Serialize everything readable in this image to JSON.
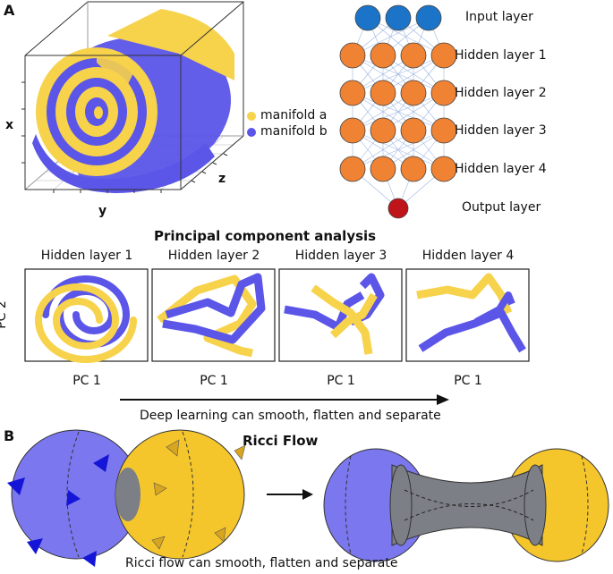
{
  "panel_a": {
    "letter": "A",
    "axis_x": "x",
    "axis_y": "y",
    "axis_z": "z",
    "legend": [
      {
        "label": "manifold a",
        "color": "#F7D24B"
      },
      {
        "label": "manifold b",
        "color": "#5B55E8"
      }
    ]
  },
  "network": {
    "layers": [
      {
        "label": "Input layer",
        "nodes": 3,
        "color": "#1B74C7"
      },
      {
        "label": "Hidden layer 1",
        "nodes": 4,
        "color": "#F08233"
      },
      {
        "label": "Hidden layer 2",
        "nodes": 4,
        "color": "#F08233"
      },
      {
        "label": "Hidden layer 3",
        "nodes": 4,
        "color": "#F08233"
      },
      {
        "label": "Hidden layer 4",
        "nodes": 4,
        "color": "#F08233"
      },
      {
        "label": "Output layer",
        "nodes": 1,
        "color": "#C0141B"
      }
    ]
  },
  "pca": {
    "title": "Principal component analysis",
    "ylabel": "PC 2",
    "xlabel": "PC 1",
    "panels": [
      "Hidden layer 1",
      "Hidden layer 2",
      "Hidden layer 3",
      "Hidden layer 4"
    ],
    "caption": "Deep learning can smooth, flatten and separate"
  },
  "panel_b": {
    "letter": "B",
    "title": "Ricci Flow",
    "caption": "Ricci flow can smooth, flatten and separate"
  },
  "colors": {
    "manifold_a": "#F7D24B",
    "manifold_b": "#5B55E8",
    "sphere_blue": "#7B77EE",
    "sphere_yellow": "#F5C62B",
    "neck_gray": "#7C7F86",
    "cone_blue": "#1515D8",
    "cone_yellow": "#D8A520"
  }
}
